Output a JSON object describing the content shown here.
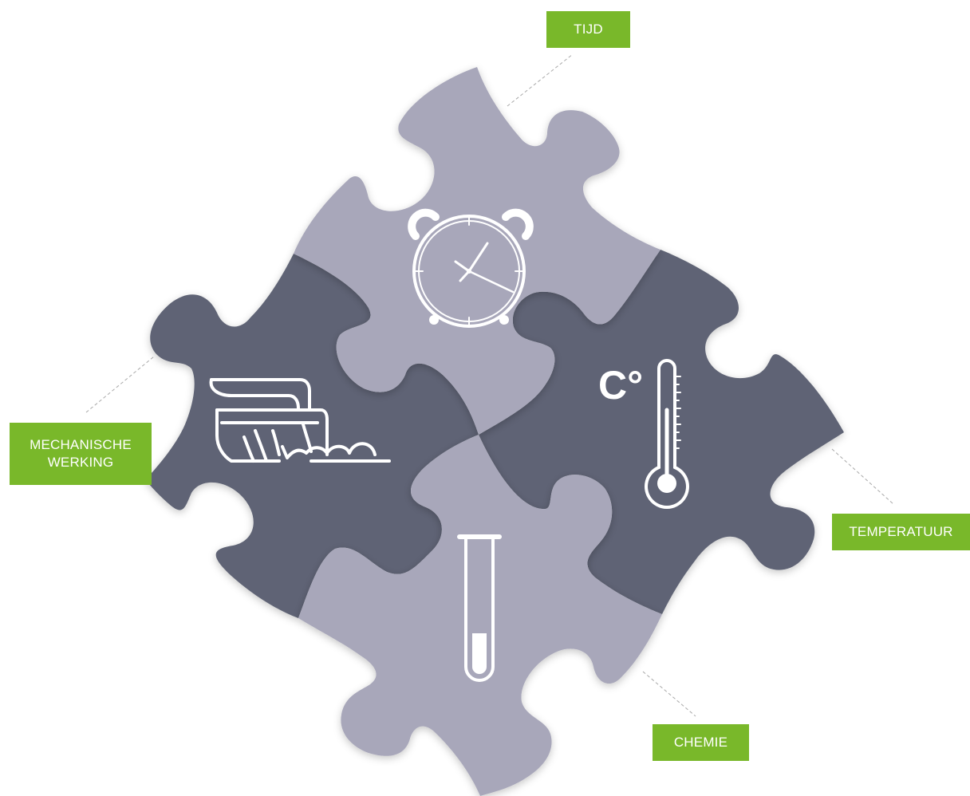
{
  "colors": {
    "accent": "#79b82a",
    "piece_light": "#a8a7ba",
    "piece_dark": "#5f6474",
    "icon": "#ffffff",
    "leader_line": "#a9a9a9"
  },
  "labels": {
    "tijd": "TIJD",
    "mechanische_line1": "MECHANISCHE",
    "mechanische_line2": "WERKING",
    "temperatuur": "TEMPERATUUR",
    "chemie": "CHEMIE"
  },
  "icons": {
    "top": "alarm-clock-icon",
    "left": "brush-icon",
    "right": "thermometer-icon",
    "bottom": "test-tube-icon",
    "thermometer_unit": "C°"
  }
}
